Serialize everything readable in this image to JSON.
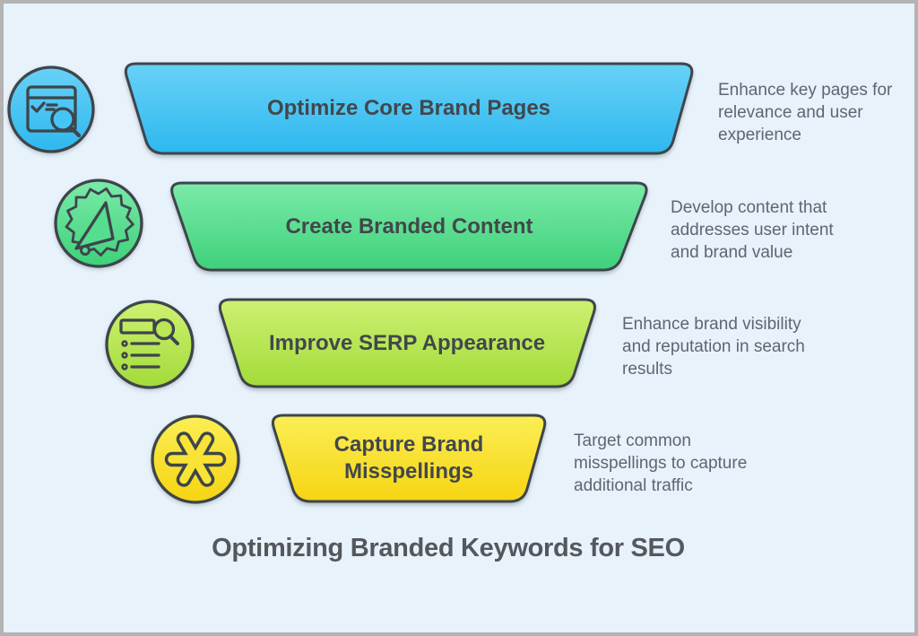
{
  "title": "Optimizing Branded Keywords for SEO",
  "stages": [
    {
      "label": "Optimize Core Brand Pages",
      "description": "Enhance key pages for relevance and user experience",
      "icon": "browser-search-icon",
      "grad_top": "#68D1F7",
      "grad_bottom": "#2EB8EF",
      "color_mid": "#45C5F3"
    },
    {
      "label": "Create Branded Content",
      "description": "Develop content that addresses user intent and brand value",
      "icon": "megaphone-badge-icon",
      "grad_top": "#7BEBA9",
      "grad_bottom": "#3ED17A",
      "color_mid": "#55DE90"
    },
    {
      "label": "Improve SERP Appearance",
      "description": "Enhance brand visibility and reputation in search results",
      "icon": "list-search-icon",
      "grad_top": "#CDF172",
      "grad_bottom": "#A3DB39",
      "color_mid": "#B9E755"
    },
    {
      "label": "Capture Brand Misspellings",
      "description": "Target common misspellings to capture additional traffic",
      "icon": "asterisk-icon",
      "grad_top": "#FBEE55",
      "grad_bottom": "#F6D412",
      "color_mid": "#F9E334"
    }
  ],
  "colors": {
    "background": "#E7F2FB",
    "frame_border": "#B3B3B3",
    "outline": "#3E454B",
    "label_text": "#42474C",
    "description_text": "#5D6772",
    "title_text": "#54585D"
  }
}
